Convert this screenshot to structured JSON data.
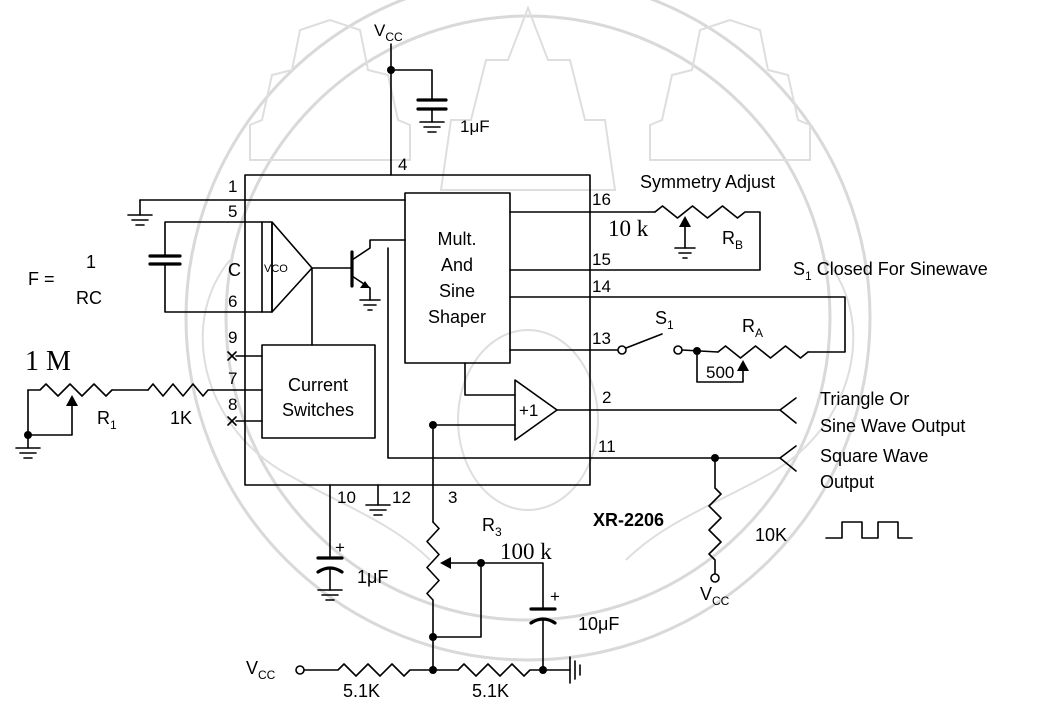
{
  "title": "XR-2206",
  "supply_top": {
    "v": "V",
    "sub": "CC"
  },
  "cap_top": "1μF",
  "pins": {
    "p1": "1",
    "p2": "2",
    "p3": "3",
    "p4": "4",
    "p5": "5",
    "p6": "6",
    "p7": "7",
    "p8": "8",
    "p9": "9",
    "p10": "10",
    "p11": "11",
    "p12": "12",
    "p13": "13",
    "p14": "14",
    "p15": "15",
    "p16": "16"
  },
  "symmetry": {
    "label": "Symmetry Adjust",
    "value": "10 k",
    "ref": "R",
    "ref_sub": "B"
  },
  "switch_note": {
    "ref": "S",
    "sub": "1",
    "text": " Closed For Sinewave"
  },
  "shaper_block": [
    "Mult.",
    "And",
    "Sine",
    "Shaper"
  ],
  "vco": "VCO",
  "cap_c": "C",
  "formula": {
    "f": "F =",
    "num": "1",
    "den": "RC"
  },
  "r1": {
    "value": "1 M",
    "ref": "R",
    "sub": "1"
  },
  "r_series": "1K",
  "current_switches": [
    "Current",
    "Switches"
  ],
  "switch_s1": {
    "ref": "S",
    "sub": "1"
  },
  "ra": {
    "ref": "R",
    "sub": "A",
    "value": "500"
  },
  "buffer": "+1",
  "outputs": {
    "triangle": [
      "Triangle Or",
      "Sine Wave Output"
    ],
    "square": [
      "Square Wave",
      "Output"
    ]
  },
  "r3": {
    "ref": "R",
    "sub": "3",
    "value": "100 k"
  },
  "cap_timing": {
    "plus": "+",
    "value": "1μF"
  },
  "cap_10u": {
    "plus": "+",
    "value": "10μF"
  },
  "r_pullup": "10K",
  "vcc_pullup": {
    "v": "V",
    "sub": "CC"
  },
  "vcc_bottom": {
    "v": "V",
    "sub": "CC"
  },
  "bias": [
    "5.1K",
    "5.1K"
  ]
}
